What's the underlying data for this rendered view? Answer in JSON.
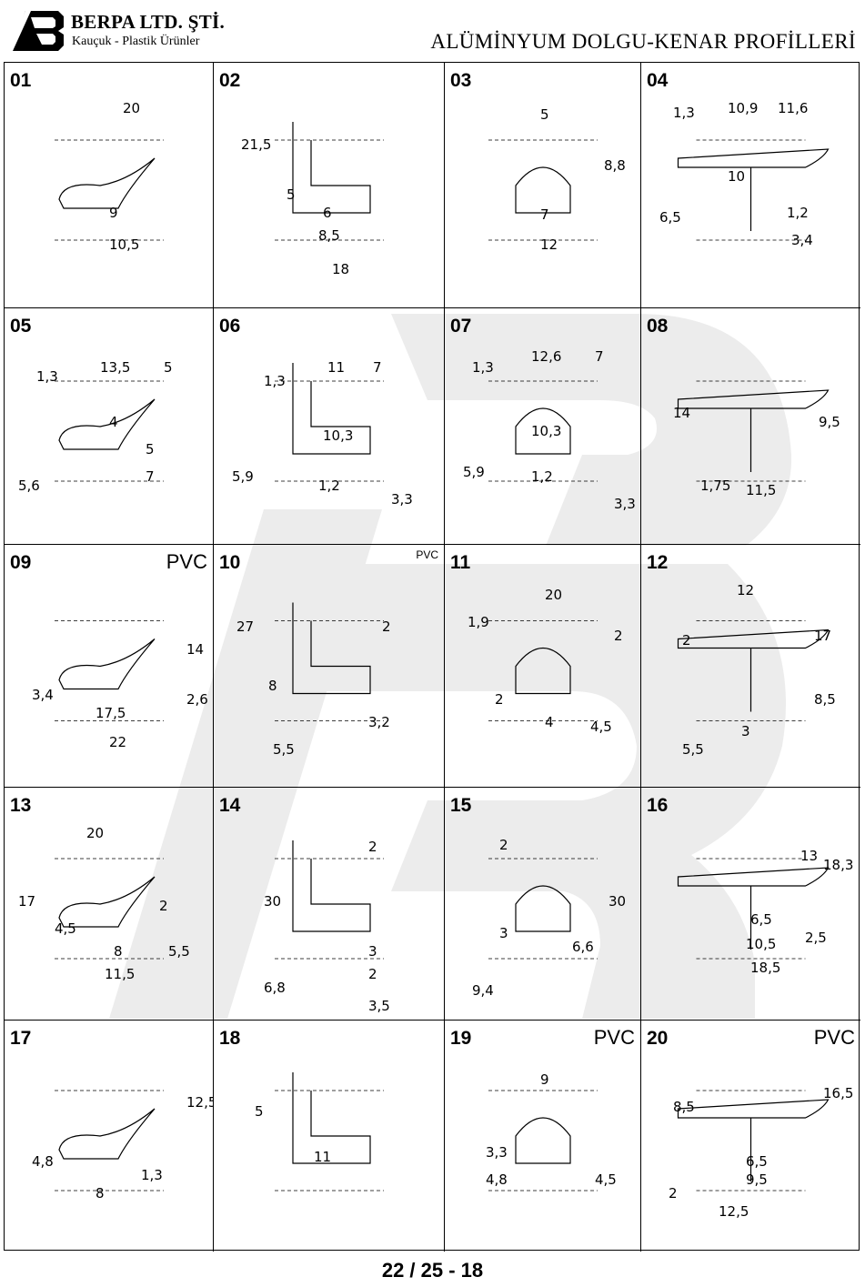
{
  "header": {
    "brand": "BERPA LTD. ŞTİ.",
    "tagline": "Kauçuk - Plastik Ürünler",
    "title": "ALÜMİNYUM DOLGU-KENAR PROFİLLERİ"
  },
  "profiles": [
    {
      "num": "01",
      "material": "",
      "dims": [
        "20",
        "9",
        "10,5"
      ]
    },
    {
      "num": "02",
      "material": "",
      "dims": [
        "21,5",
        "5",
        "6",
        "8,5",
        "18"
      ]
    },
    {
      "num": "03",
      "material": "",
      "dims": [
        "5",
        "8,8",
        "7",
        "12"
      ]
    },
    {
      "num": "04",
      "material": "",
      "dims": [
        "1,3",
        "10,9",
        "11,6",
        "10",
        "6,5",
        "1,2",
        "3,4"
      ]
    },
    {
      "num": "05",
      "material": "",
      "dims": [
        "1,3",
        "13,5",
        "5",
        "4",
        "5",
        "7",
        "5,6"
      ]
    },
    {
      "num": "06",
      "material": "",
      "dims": [
        "1,3",
        "11",
        "7",
        "10,3",
        "5,9",
        "1,2",
        "3,3"
      ]
    },
    {
      "num": "07",
      "material": "",
      "dims": [
        "1,3",
        "12,6",
        "7",
        "10,3",
        "5,9",
        "1,2",
        "3,3"
      ]
    },
    {
      "num": "08",
      "material": "",
      "dims": [
        "14",
        "9,5",
        "1,75",
        "11,5"
      ]
    },
    {
      "num": "09",
      "material": "PVC",
      "dims": [
        "14",
        "3,4",
        "17,5",
        "2,6",
        "22"
      ]
    },
    {
      "num": "10",
      "material": "PVC",
      "dims": [
        "27",
        "2",
        "8",
        "3,2",
        "5,5"
      ]
    },
    {
      "num": "11",
      "material": "",
      "dims": [
        "20",
        "1,9",
        "2",
        "2",
        "4",
        "4,5"
      ]
    },
    {
      "num": "12",
      "material": "",
      "dims": [
        "12",
        "2",
        "17",
        "8,5",
        "3",
        "5,5"
      ]
    },
    {
      "num": "13",
      "material": "",
      "dims": [
        "20",
        "17",
        "2",
        "4,5",
        "8",
        "5,5",
        "11,5"
      ]
    },
    {
      "num": "14",
      "material": "",
      "dims": [
        "2",
        "30",
        "3",
        "2",
        "6,8",
        "3,5"
      ]
    },
    {
      "num": "15",
      "material": "",
      "dims": [
        "2",
        "30",
        "3",
        "6,6",
        "9,4"
      ]
    },
    {
      "num": "16",
      "material": "",
      "dims": [
        "13",
        "18,3",
        "6,5",
        "2,5",
        "10,5",
        "18,5"
      ]
    },
    {
      "num": "17",
      "material": "",
      "dims": [
        "12,5",
        "4,8",
        "1,3",
        "8"
      ]
    },
    {
      "num": "18",
      "material": "",
      "dims": [
        "5",
        "11"
      ]
    },
    {
      "num": "19",
      "material": "PVC",
      "dims": [
        "9",
        "3,3",
        "4,8",
        "4,5"
      ]
    },
    {
      "num": "20",
      "material": "PVC",
      "dims": [
        "8,5",
        "16,5",
        "2",
        "6,5",
        "9,5",
        "12,5"
      ]
    }
  ],
  "footer": {
    "page": "22 / 25 - 18"
  },
  "colors": {
    "line": "#000000",
    "watermark": "#eeeeee"
  }
}
